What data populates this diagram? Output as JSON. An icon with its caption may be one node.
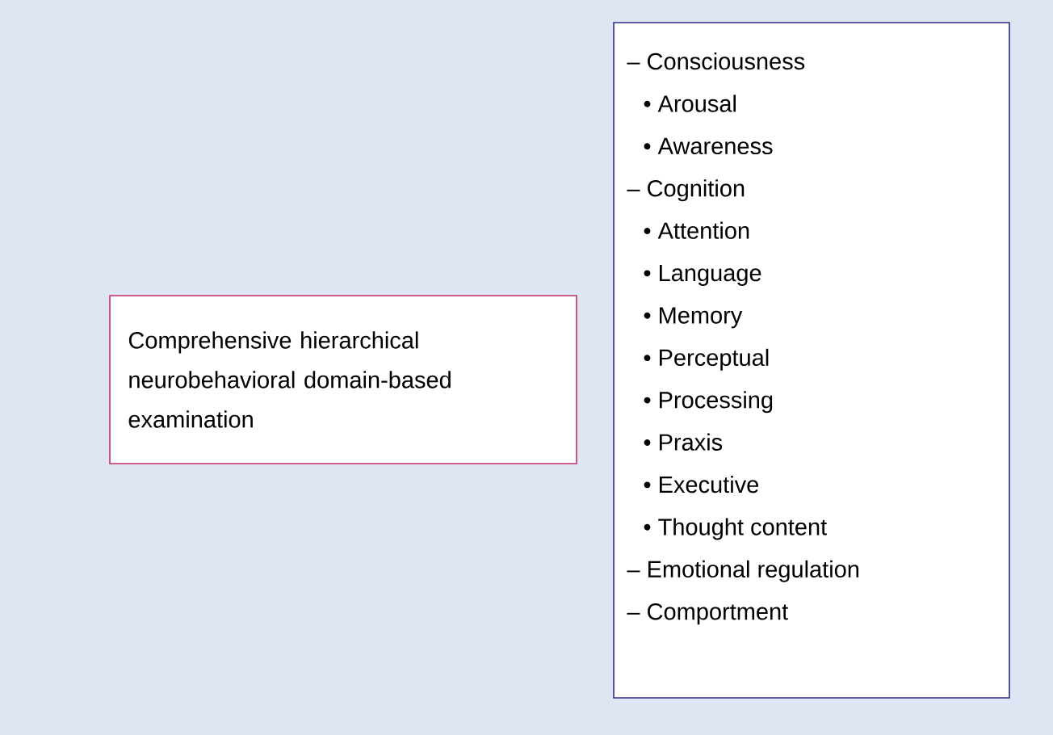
{
  "diagram": {
    "nodes": [
      {
        "text": [
          "Comprehensive hierarchical neurobehavioral domain-based examination"
        ]
      },
      {
        "text": [
          "– Consciousness",
          "• Arousal",
          "• Awareness",
          "– Cognition",
          "• Attention",
          "• Language",
          "• Memory",
          "• Perceptual",
          "• Processing",
          "• Praxis",
          "• Executive",
          "• Thought content",
          "– Emotional regulation",
          "– Comportment"
        ]
      }
    ]
  }
}
